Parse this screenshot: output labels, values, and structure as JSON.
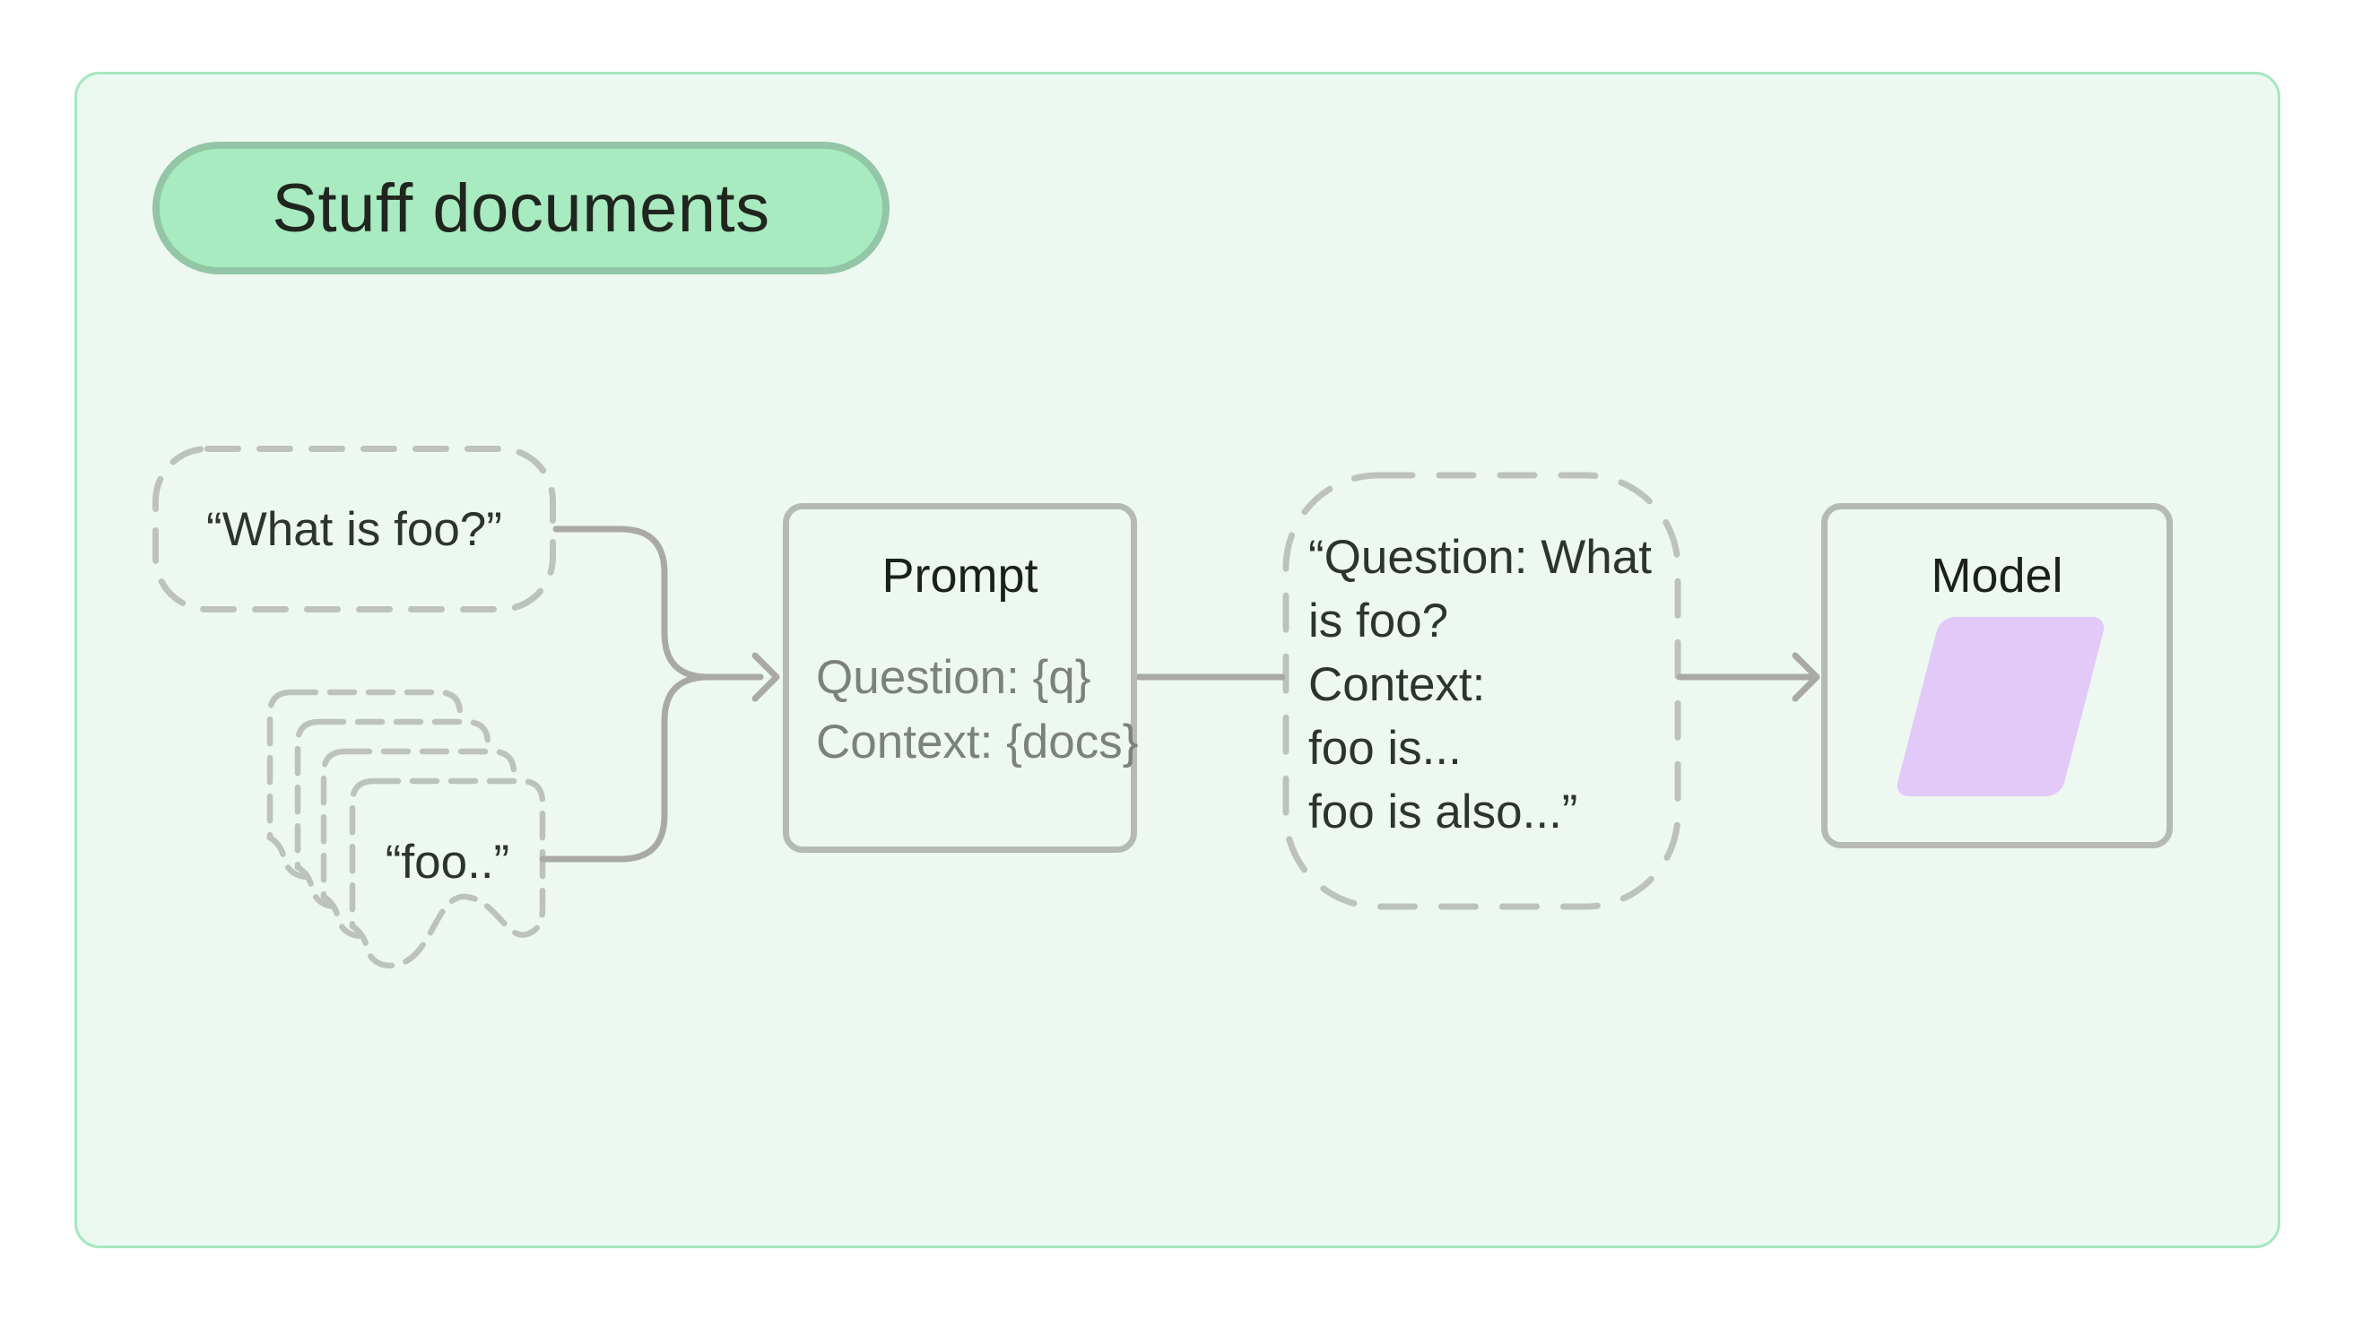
{
  "badge": {
    "label": "Stuff documents"
  },
  "nodes": {
    "question_input": {
      "text": "“What is foo?”"
    },
    "documents": {
      "front_label": "“foo..”",
      "count": 4
    },
    "prompt": {
      "title": "Prompt",
      "lines": [
        "Question: {q}",
        "Context: {docs}"
      ]
    },
    "stuffed_prompt": {
      "lines": [
        "“Question: What",
        "is foo?",
        "Context:",
        "foo is...",
        "foo is also...”"
      ]
    },
    "model": {
      "title": "Model"
    }
  },
  "colors": {
    "page_bg": "#ffffff",
    "container_bg": "#edf8f1",
    "container_border": "#a5e7bc",
    "badge_bg": "#a8ebc0",
    "badge_border": "#92c6a6",
    "connector_gray": "#a9aaa7",
    "dashed_gray": "#bdc2be",
    "solid_box_border": "#b6bab6",
    "title_text": "#1b201c",
    "muted_text": "#7c817c",
    "dark_text": "#2d332e",
    "model_shape_fill": "#e3c9f8"
  }
}
